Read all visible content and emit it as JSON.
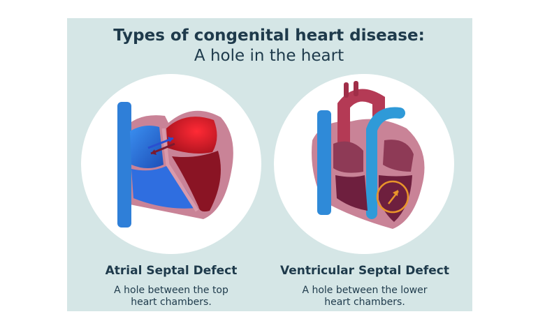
{
  "title": {
    "main": "Types of congenital heart disease:",
    "sub": "A hole in the heart"
  },
  "diagrams": [
    {
      "heading": "Atrial Septal Defect",
      "description_line1": "A hole between the top",
      "description_line2": "heart chambers."
    },
    {
      "heading": "Ventricular Septal Defect",
      "description_line1": "A hole between the lower",
      "description_line2": "heart chambers."
    }
  ],
  "colors": {
    "panel_background": "#d5e6e6",
    "text": "#1e3a4b",
    "oxygen_poor_blue": "#2a6fd6",
    "oxygen_rich_red": "#d8202e",
    "heart_wall": "#c98397",
    "defect_highlight": "#e8942a"
  }
}
